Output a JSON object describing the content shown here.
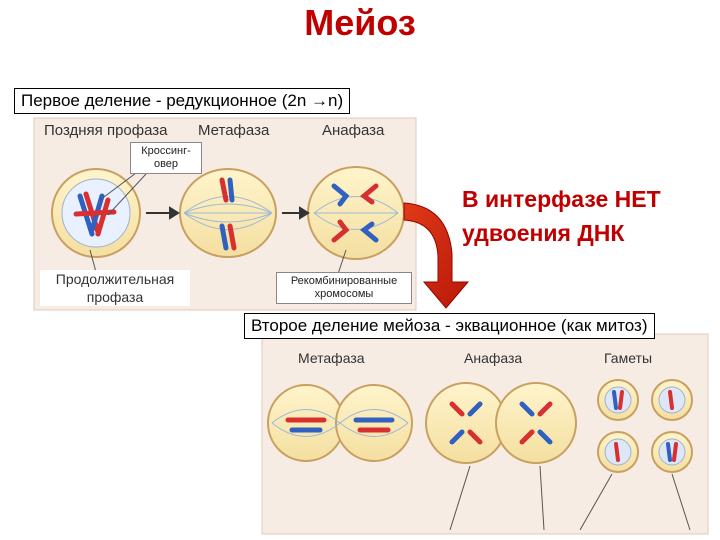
{
  "title": "Мейоз",
  "division1": {
    "label": "Первое деление - редукционное (2n →n)",
    "stages": [
      "Поздняя профаза",
      "Метафаза",
      "Анафаза"
    ],
    "crossing_over": "Кроссинг-\nовер",
    "prolonged_prophase": "Продолжительная\nпрофаза",
    "recombined": "Рекомбинированные\nхромосомы"
  },
  "note": "В интерфазе НЕТ удвоения ДНК",
  "division2": {
    "label": "Второе деление мейоза - эквационное (как митоз)",
    "stages": [
      "Метафаза",
      "Анафаза",
      "Гаметы"
    ]
  },
  "colors": {
    "title": "#c00000",
    "arrow": "#d42010",
    "chrom_red": "#d83030",
    "chrom_blue": "#3060c0",
    "panel": "#f7ece4"
  }
}
